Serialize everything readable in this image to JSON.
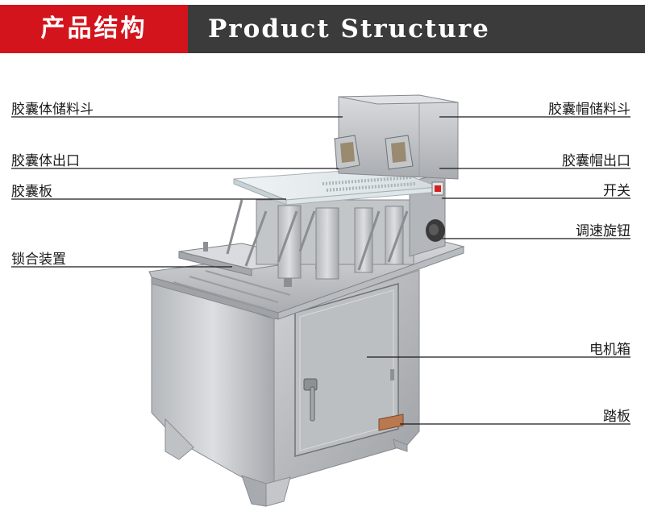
{
  "header": {
    "title_cn": "产品结构",
    "title_en": "Product Structure"
  },
  "colors": {
    "accent_red": "#d4141c",
    "banner_dark": "#3b3b3b",
    "steel": "#c7c9cc",
    "pedal": "#b9784e"
  },
  "labels": {
    "body_hopper": "胶囊体储料斗",
    "cap_hopper": "胶囊帽储料斗",
    "body_outlet": "胶囊体出口",
    "cap_outlet": "胶囊帽出口",
    "capsule_plate": "胶囊板",
    "switch": "开关",
    "speed_knob": "调速旋钮",
    "locking_device": "锁合装置",
    "motor_box": "电机箱",
    "pedal": "踏板"
  }
}
